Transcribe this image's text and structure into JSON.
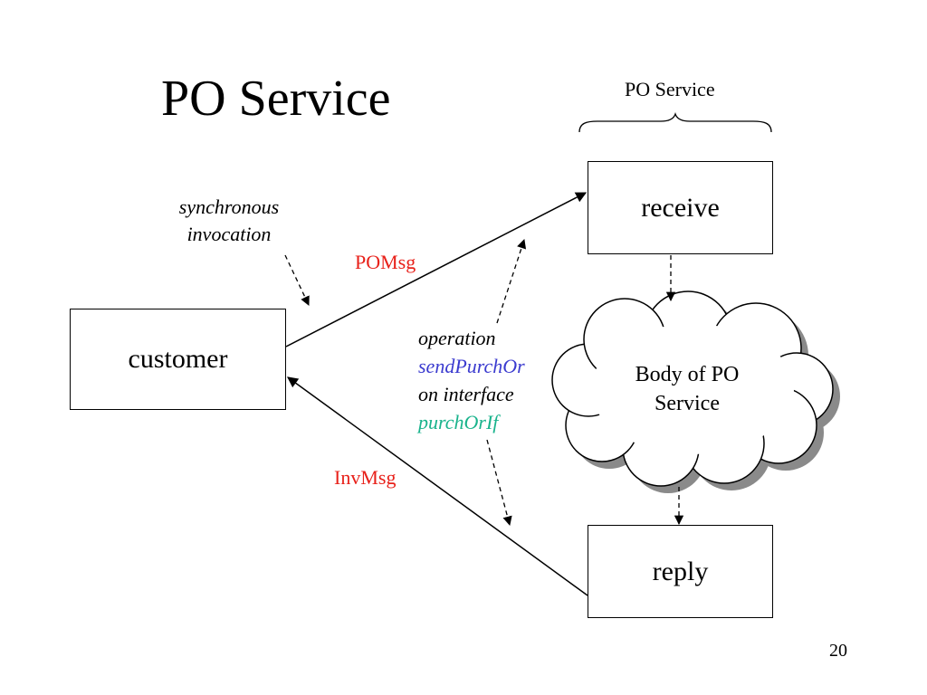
{
  "slide": {
    "title": "PO Service",
    "page_number": "20"
  },
  "brace": {
    "label": "PO Service"
  },
  "nodes": {
    "customer": "customer",
    "receive": "receive",
    "reply": "reply",
    "cloud": "Body of PO Service"
  },
  "annotations": {
    "sync_line1": "synchronous",
    "sync_line2": "invocation",
    "op_line1": "operation",
    "op_line2": "sendPurchOr",
    "op_line3": "on interface",
    "op_line4": "purchOrIf"
  },
  "messages": {
    "request": "POMsg",
    "response": "InvMsg"
  },
  "colors": {
    "message": "#e8211a",
    "operation_name": "#3b3bcf",
    "interface_name": "#19b38c"
  }
}
